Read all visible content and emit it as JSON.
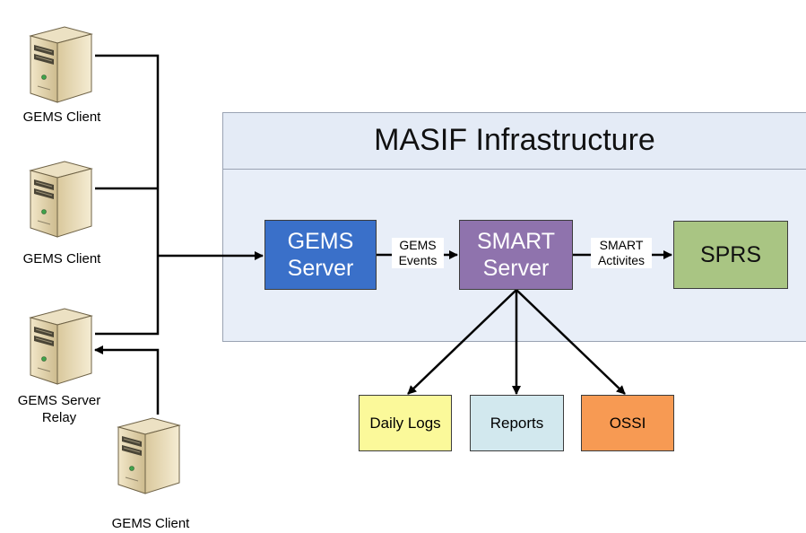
{
  "infrastructure": {
    "title": "MASIF Infrastructure",
    "background": "#e8eef8"
  },
  "nodes": {
    "gems_server": {
      "label": "GEMS\nServer",
      "color": "#3a70c9"
    },
    "smart_server": {
      "label": "SMART\nServer",
      "color": "#8f73ad"
    },
    "sprs": {
      "label": "SPRS",
      "color": "#a9c583"
    },
    "daily_logs": {
      "label": "Daily Logs",
      "color": "#fbf99a"
    },
    "reports": {
      "label": "Reports",
      "color": "#d2e8ee"
    },
    "ossi": {
      "label": "OSSI",
      "color": "#f79a53"
    }
  },
  "edge_labels": {
    "gems_events": "GEMS\nEvents",
    "smart_activities": "SMART\nActivites"
  },
  "servers": {
    "client_1": {
      "label": "GEMS Client",
      "icon": "server-tower-icon"
    },
    "client_2": {
      "label": "GEMS Client",
      "icon": "server-tower-icon"
    },
    "relay": {
      "label": "GEMS Server\nRelay",
      "icon": "server-tower-icon"
    },
    "client_3": {
      "label": "GEMS Client",
      "icon": "server-tower-icon"
    }
  }
}
